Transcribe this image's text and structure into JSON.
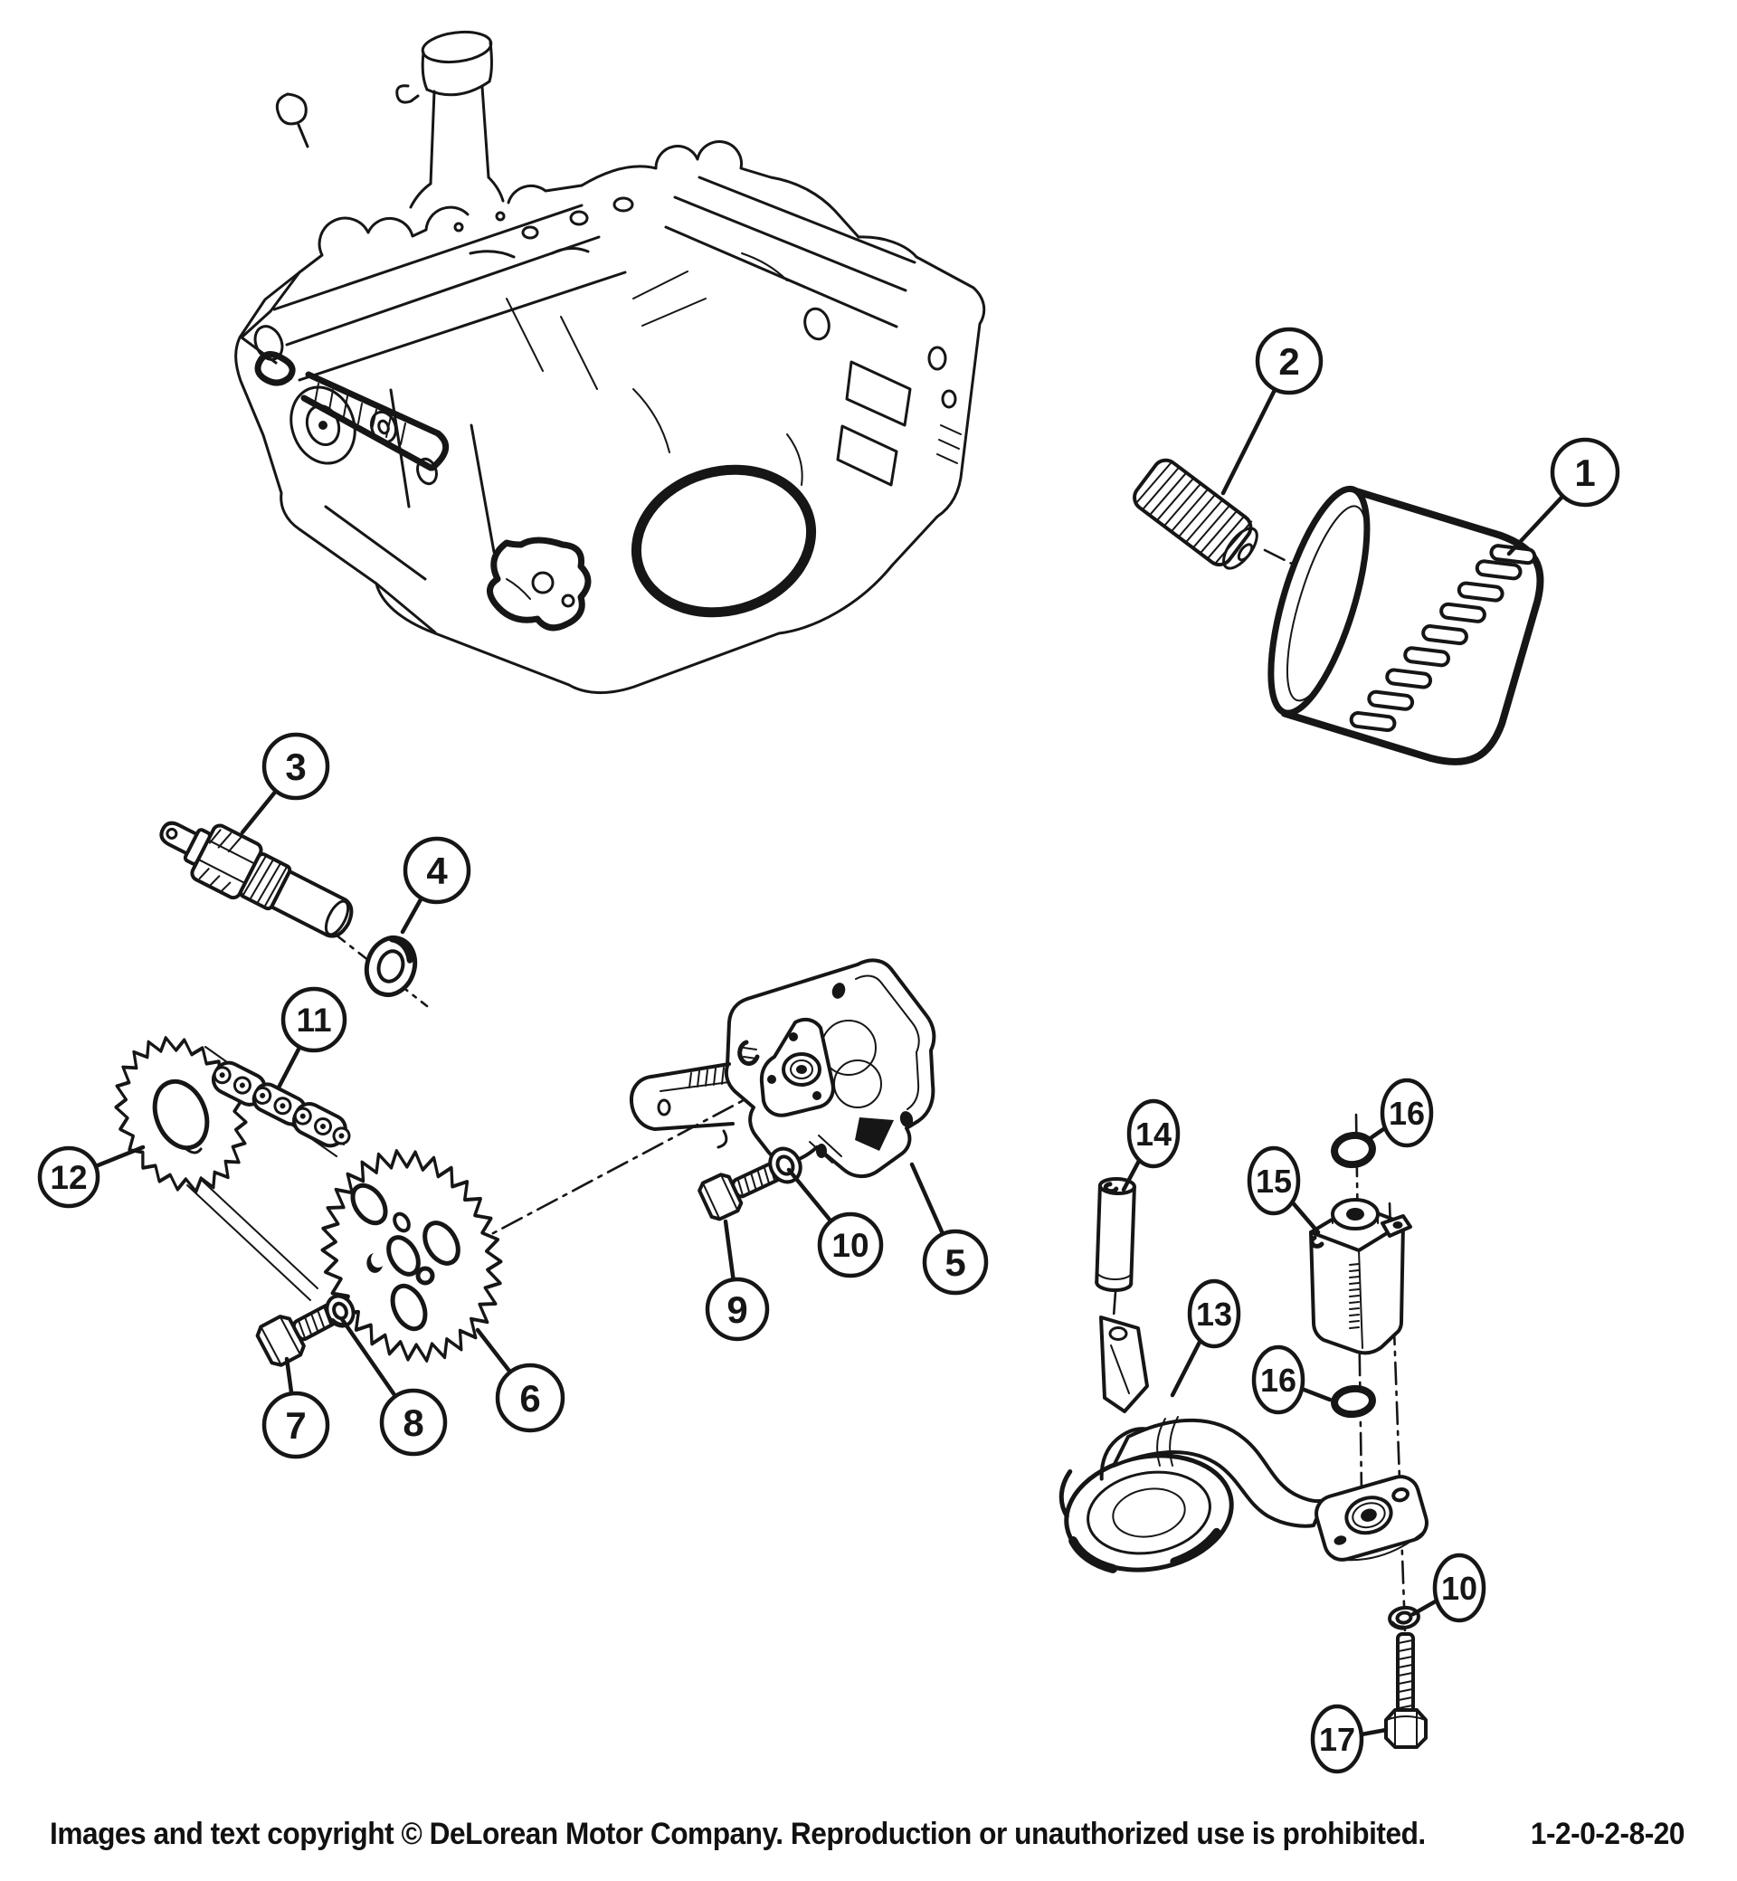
{
  "diagram": {
    "ink_color": "#161616",
    "background_color": "#ffffff"
  },
  "callouts": [
    {
      "label": "1"
    },
    {
      "label": "2"
    },
    {
      "label": "3"
    },
    {
      "label": "4"
    },
    {
      "label": "5"
    },
    {
      "label": "6"
    },
    {
      "label": "7"
    },
    {
      "label": "8"
    },
    {
      "label": "9"
    },
    {
      "label": "10"
    },
    {
      "label": "11"
    },
    {
      "label": "12"
    },
    {
      "label": "13"
    },
    {
      "label": "14"
    },
    {
      "label": "15"
    },
    {
      "label": "16"
    },
    {
      "label": "17"
    }
  ],
  "footer": {
    "copyright": "Images and text copyright © DeLorean Motor Company. Reproduction or unauthorized use is prohibited.",
    "code": "1-2-0-2-8-20"
  }
}
